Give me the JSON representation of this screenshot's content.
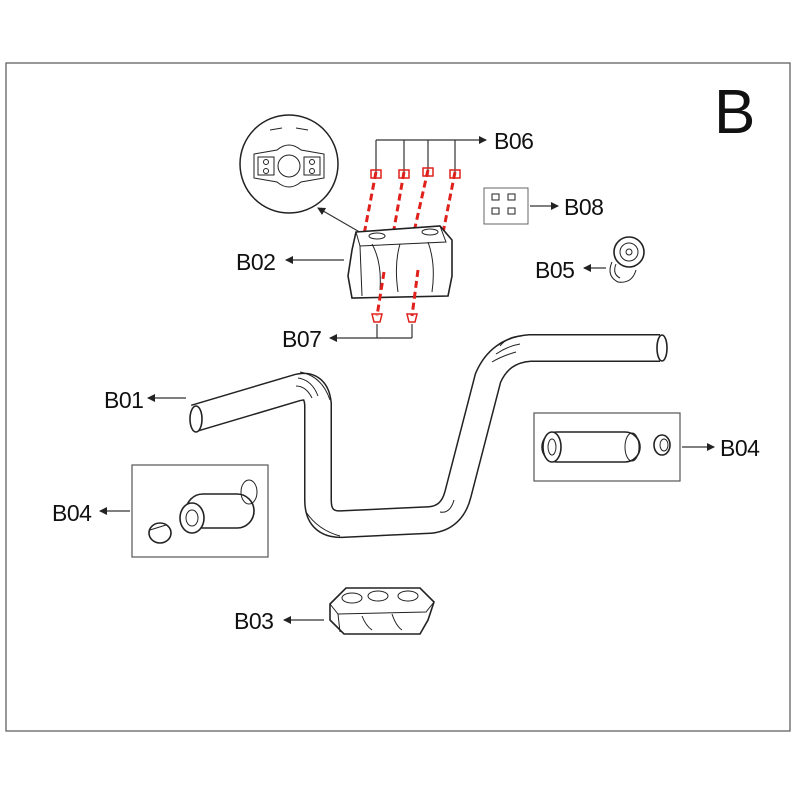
{
  "section_letter": "B",
  "labels": {
    "b01": "B01",
    "b02": "B02",
    "b03": "B03",
    "b04_left": "B04",
    "b04_right": "B04",
    "b05": "B05",
    "b06": "B06",
    "b07": "B07",
    "b08": "B08"
  },
  "colors": {
    "frame": "#333333",
    "line": "#222222",
    "highlight": "#e0201b"
  }
}
